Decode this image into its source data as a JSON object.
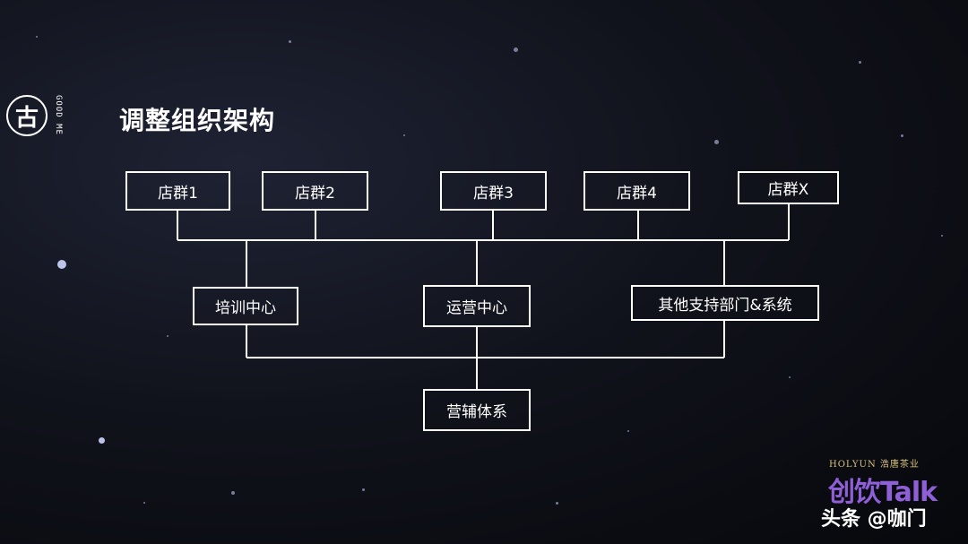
{
  "slide": {
    "logo_mark": "古",
    "logo_word": "GOOD ME",
    "title": "调整组织架构"
  },
  "diagram": {
    "store_groups": [
      "店群1",
      "店群2",
      "店群3",
      "店群4",
      "店群X"
    ],
    "centers": [
      "培训中心",
      "运营中心",
      "其他支持部门&系统"
    ],
    "bottom": "营辅体系"
  },
  "watermark": {
    "brand": "HOLYUN 浩唐茶业",
    "logo_text": "创饮Talk",
    "source": "头条 @咖门"
  },
  "colors": {
    "background": "#0d0f16",
    "line": "#ffffff",
    "accent": "#8e5fd6"
  }
}
